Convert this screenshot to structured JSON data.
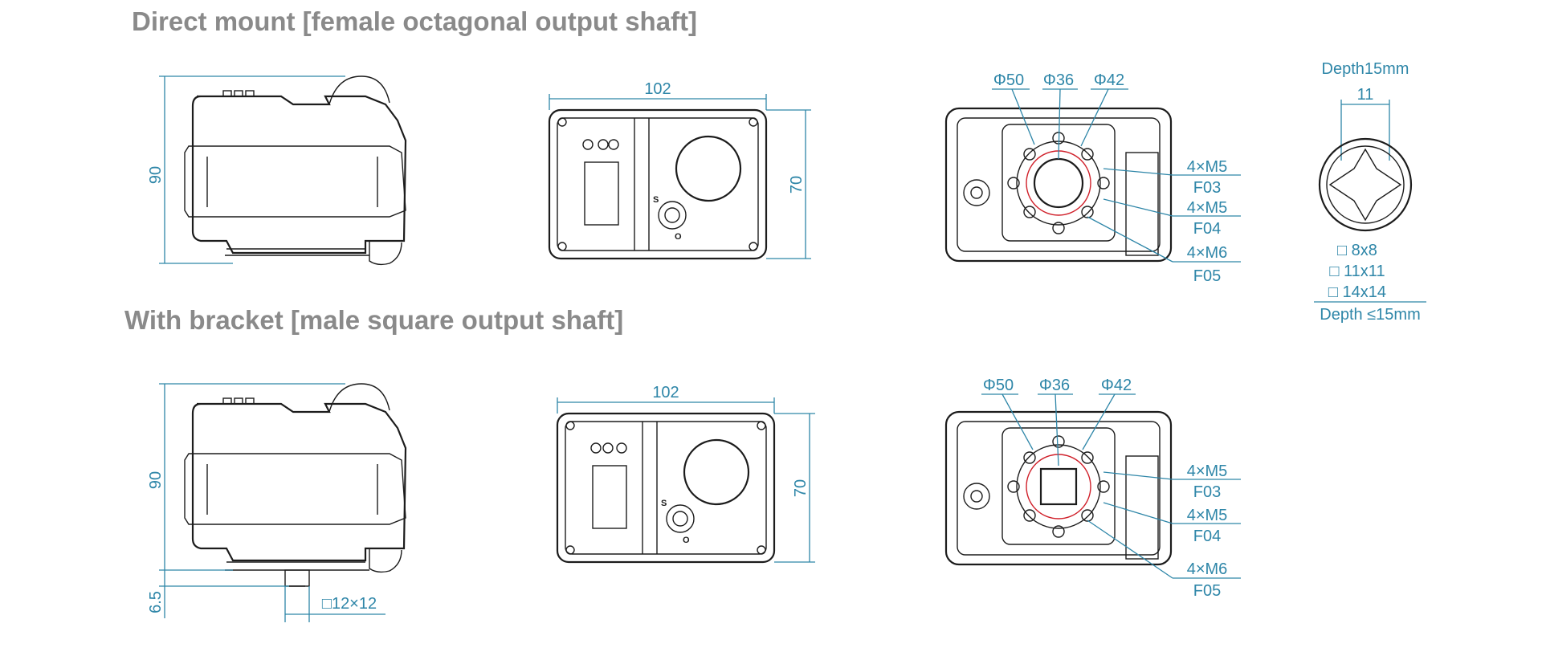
{
  "titles": {
    "direct_mount": "Direct mount [female octagonal output shaft]",
    "with_bracket": "With bracket [male square output shaft]"
  },
  "dimensions": {
    "height": "90",
    "width": "102",
    "depth": "70",
    "phi50": "Φ50",
    "phi36": "Φ36",
    "phi42": "Φ42",
    "m5_a": "4×M5",
    "f03": "F03",
    "m5_b": "4×M5",
    "f04": "F04",
    "m6": "4×M6",
    "f05": "F05",
    "bracket_offset": "6.5",
    "square_shaft": "□12×12"
  },
  "shaft_detail": {
    "depth_top": "Depth15mm",
    "across": "11",
    "sizes": [
      "□  8x8",
      "□  11x11",
      "□  14x14"
    ],
    "depth_bottom": "Depth ≤15mm"
  },
  "colors": {
    "dimension": "#2e86a8",
    "outline": "#1c1c1c",
    "title": "#8a8a8a",
    "mark": "#d0202a"
  }
}
